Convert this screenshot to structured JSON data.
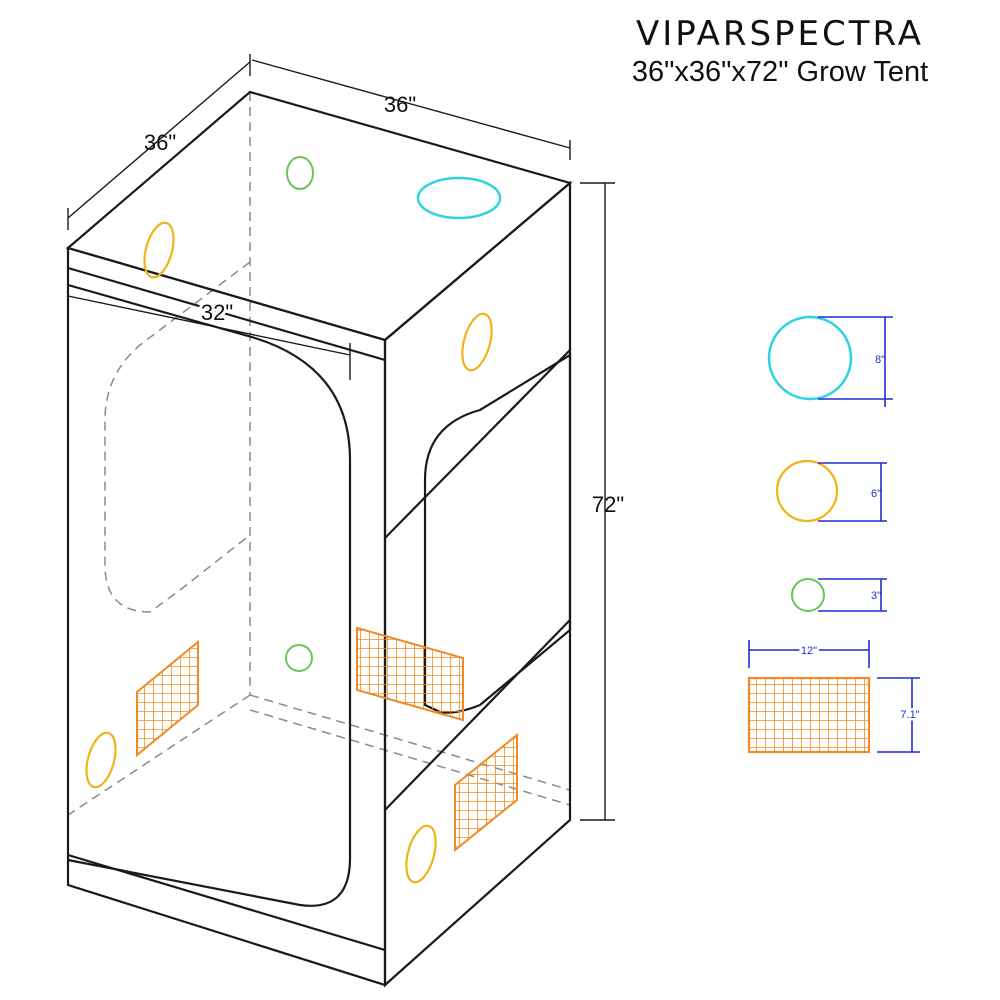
{
  "header": {
    "brand": "VIPARSPECTRA",
    "subtitle": "36\"x36\"x72\" Grow Tent"
  },
  "dimensions": {
    "depth_label": "36\"",
    "width_label": "36\"",
    "height_label": "72\"",
    "door_label": "32\""
  },
  "legend": {
    "vent_large": "8\"",
    "vent_medium": "6\"",
    "vent_small": "3\"",
    "window_width": "12\"",
    "window_height": "7.1\""
  },
  "colors": {
    "outline": "#1a1a1a",
    "hidden_edge": "#8a8a8a",
    "vent_large": "#2fd3e0",
    "vent_medium": "#f2b21b",
    "vent_small": "#6cc35a",
    "mesh_window": "#f08a24",
    "dimension_blue": "#1f2fd0"
  }
}
